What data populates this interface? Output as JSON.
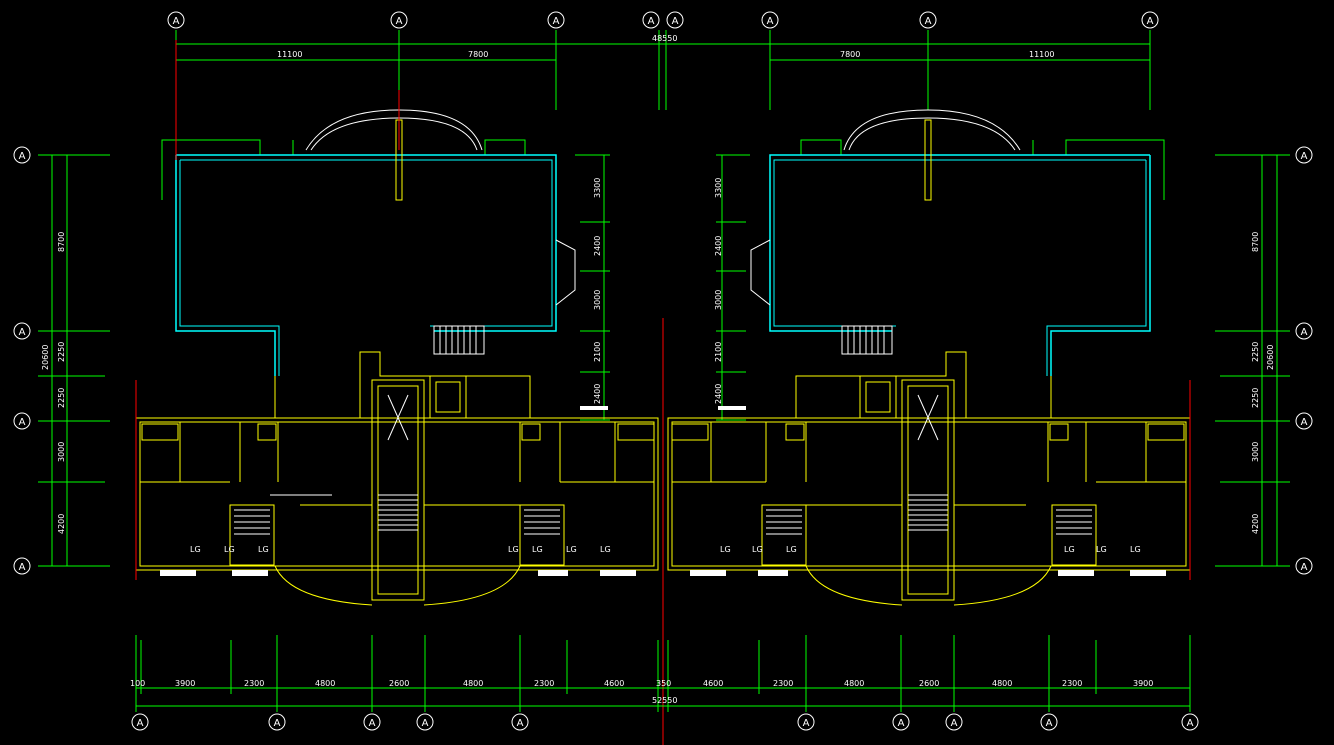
{
  "colors": {
    "background": "#000000",
    "dimension": "#00ff00",
    "wall": "#ffff00",
    "outline": "#00ffff",
    "centerline": "#ff0000",
    "text": "#ffffff"
  },
  "axis_marker": "A",
  "top_dims": {
    "overall": "48550",
    "segments": [
      "11100",
      "7800",
      "7800",
      "11100"
    ]
  },
  "bottom_dims": {
    "overall": "52550",
    "segments": [
      "100",
      "3900",
      "2300",
      "4800",
      "2600",
      "4800",
      "2300",
      "4600",
      "350",
      "4600",
      "2300",
      "4800",
      "2600",
      "4800",
      "2300",
      "3900"
    ]
  },
  "side_dims": {
    "overall": "20600",
    "outer": [
      "8700",
      "2250",
      "2250",
      "3000",
      "4200"
    ],
    "inner": [
      "3300",
      "2400",
      "3000",
      "2100",
      "2400"
    ]
  },
  "fixture_tag": "LG"
}
